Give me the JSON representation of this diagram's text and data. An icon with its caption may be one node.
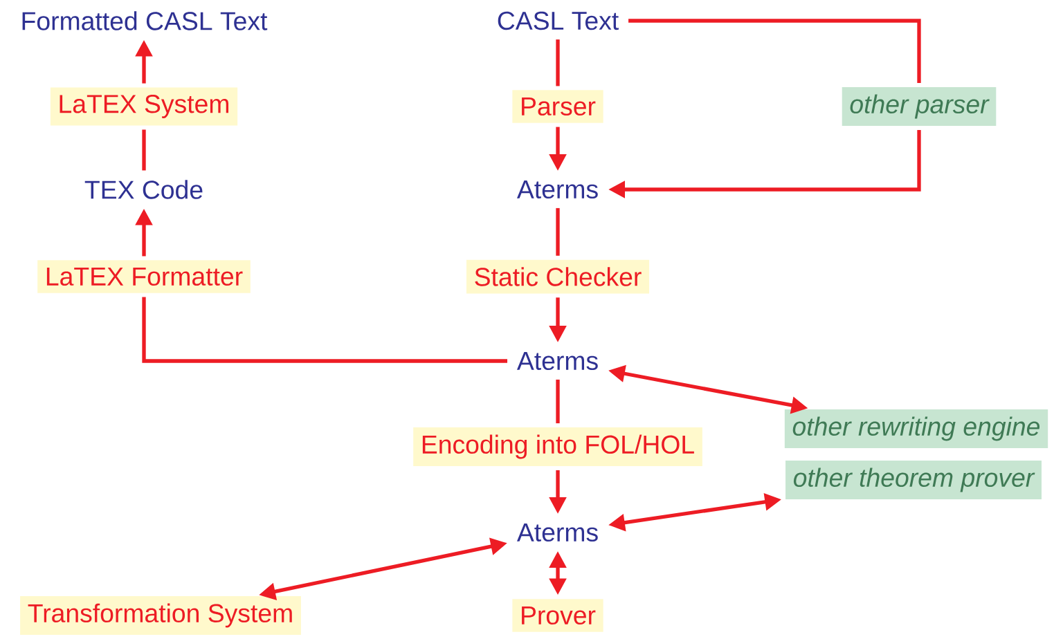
{
  "diagram": {
    "nodes": [
      {
        "text": [
          "Formatted CASL Text"
        ]
      },
      {
        "text": [
          "CASL Text"
        ]
      },
      {
        "text": [
          "LaTEX System"
        ]
      },
      {
        "text": [
          "Parser"
        ]
      },
      {
        "text": [
          "other parser"
        ]
      },
      {
        "text": [
          "TEX Code"
        ]
      },
      {
        "text": [
          "Aterms"
        ]
      },
      {
        "text": [
          "LaTEX Formatter"
        ]
      },
      {
        "text": [
          "Static Checker"
        ]
      },
      {
        "text": [
          "Aterms"
        ]
      },
      {
        "text": [
          "other rewriting engine"
        ]
      },
      {
        "text": [
          "Encoding into FOL/HOL"
        ]
      },
      {
        "text": [
          "other theorem prover"
        ]
      },
      {
        "text": [
          "Aterms"
        ]
      },
      {
        "text": [
          "Transformation System"
        ]
      },
      {
        "text": [
          "Prover"
        ]
      }
    ],
    "edges": [
      {
        "from": 5,
        "to": 2,
        "arrow": "none"
      },
      {
        "from": 2,
        "to": 0,
        "arrow": "to"
      },
      {
        "from": 1,
        "to": 3,
        "arrow": "none"
      },
      {
        "from": 3,
        "to": 6,
        "arrow": "to"
      },
      {
        "from": 1,
        "to": 4,
        "arrow": "none"
      },
      {
        "from": 4,
        "to": 6,
        "arrow": "to"
      },
      {
        "from": 6,
        "to": 8,
        "arrow": "none"
      },
      {
        "from": 8,
        "to": 9,
        "arrow": "to"
      },
      {
        "from": 9,
        "to": 7,
        "arrow": "none"
      },
      {
        "from": 7,
        "to": 5,
        "arrow": "to"
      },
      {
        "from": 9,
        "to": 10,
        "arrow": "both"
      },
      {
        "from": 9,
        "to": 11,
        "arrow": "none"
      },
      {
        "from": 11,
        "to": 13,
        "arrow": "to"
      },
      {
        "from": 13,
        "to": 12,
        "arrow": "both"
      },
      {
        "from": 13,
        "to": 14,
        "arrow": "both"
      },
      {
        "from": 13,
        "to": 15,
        "arrow": "both"
      }
    ]
  }
}
